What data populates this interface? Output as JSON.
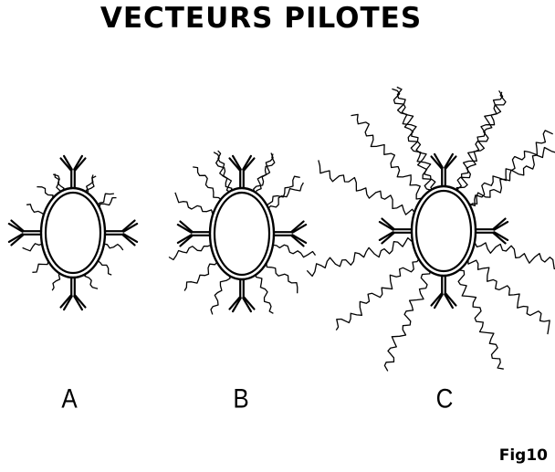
{
  "title": "VECTEURS PILOTES",
  "figure_label": "Fig10",
  "panels": [
    {
      "label": "A",
      "tail_length": "short"
    },
    {
      "label": "B",
      "tail_length": "medium"
    },
    {
      "label": "C",
      "tail_length": "long"
    }
  ],
  "colors": {
    "ink": "#000000",
    "background": "#ffffff"
  }
}
